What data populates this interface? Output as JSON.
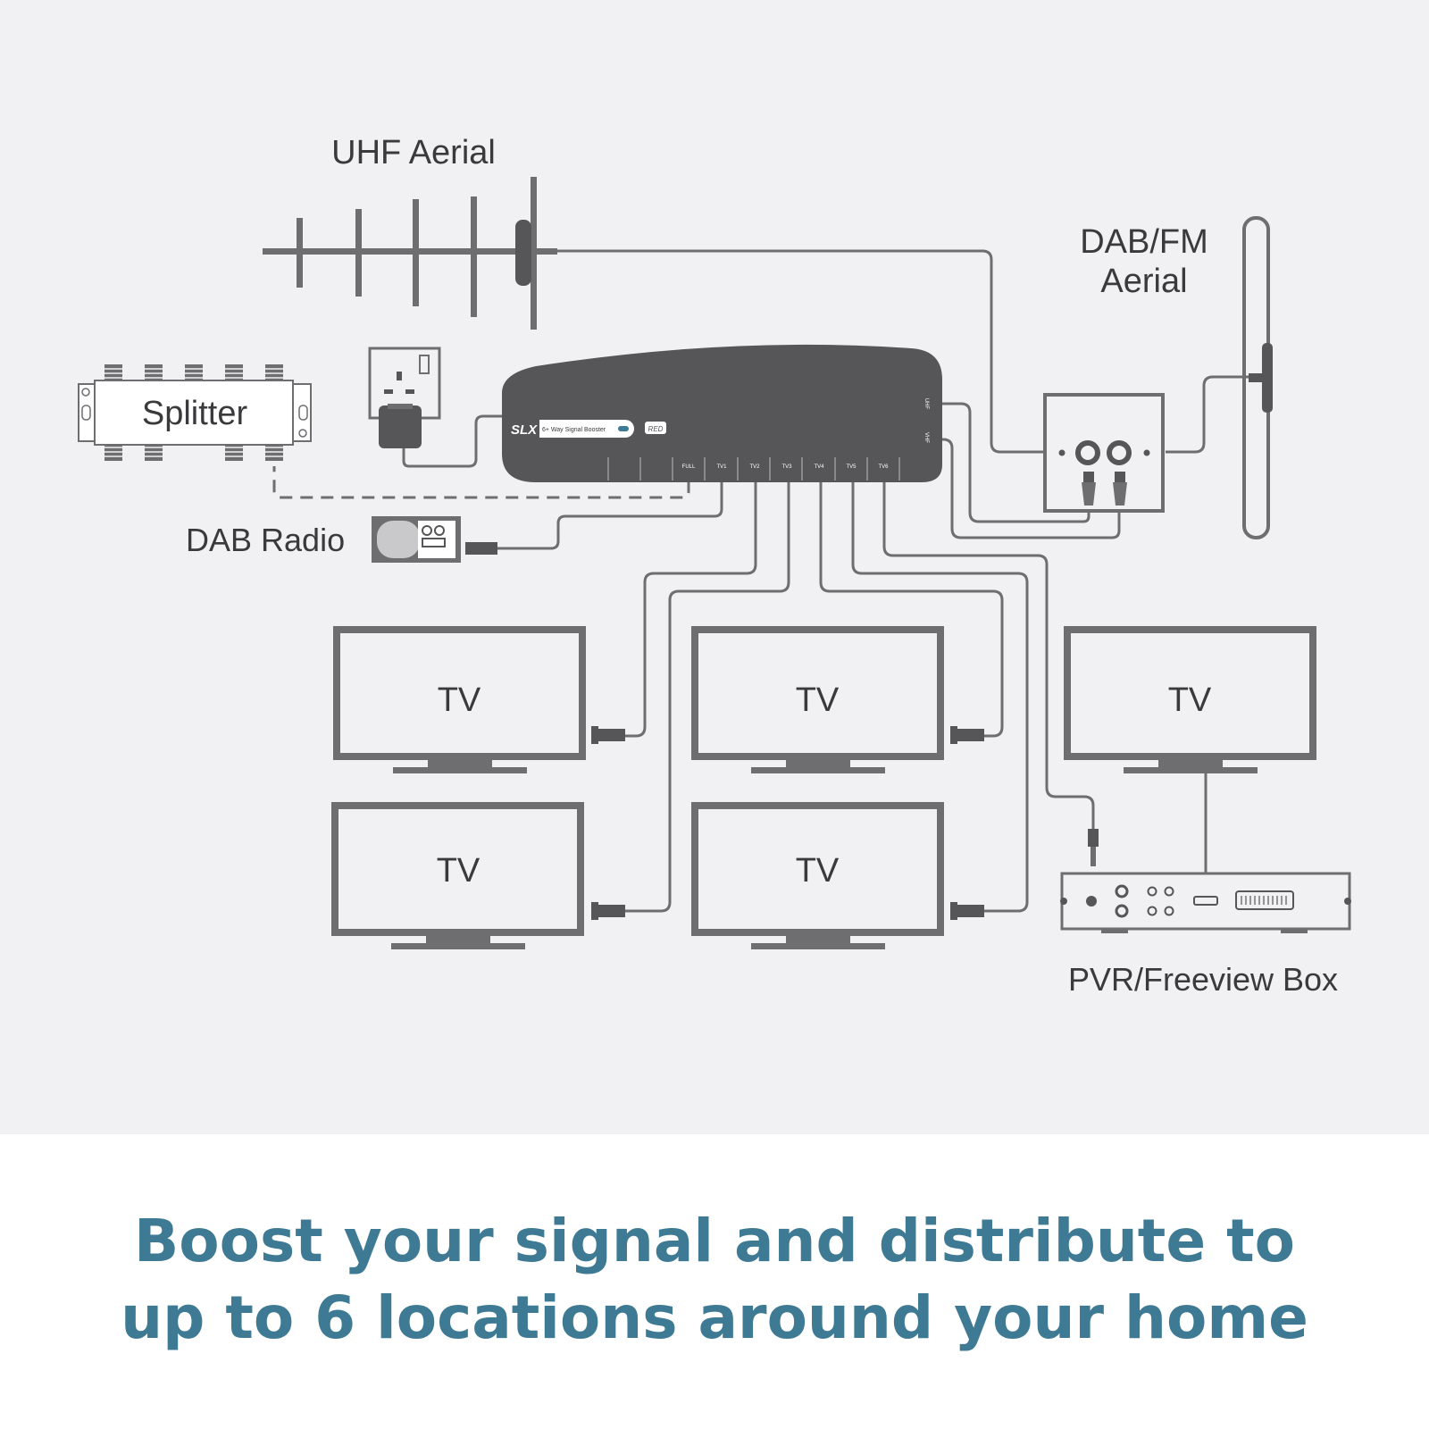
{
  "labels": {
    "uhf_aerial": "UHF Aerial",
    "dab_fm_line1": "DAB/FM",
    "dab_fm_line2": "Aerial",
    "splitter": "Splitter",
    "dab_radio": "DAB Radio",
    "pvr_box": "PVR/Freeview Box",
    "tv": "TV"
  },
  "booster": {
    "brand": "SLX",
    "model": "6+ Way Signal Booster",
    "badge": "RED",
    "ports": [
      "FULL",
      "TV1",
      "TV2",
      "TV3",
      "TV4",
      "TV5",
      "TV6"
    ],
    "inputs": [
      "UHF",
      "VHF"
    ]
  },
  "caption": {
    "line1": "Boost your signal and distribute to",
    "line2": "up to 6 locations around your home"
  },
  "colors": {
    "background": "#f1f1f3",
    "device": "#565658",
    "line": "#6e6e70",
    "caption": "#3e7a93"
  }
}
